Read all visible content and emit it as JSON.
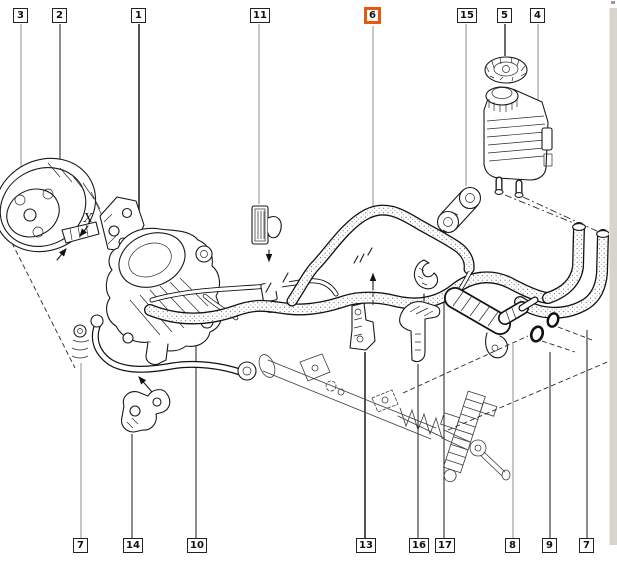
{
  "diagram": {
    "type": "exploded-parts-diagram",
    "description": "Power steering pump, hoses and fluid reservoir parts diagram",
    "selected_callout": "6",
    "highlight_color": "#e8590c",
    "annotation_x_label": "X",
    "callouts_top": [
      "3",
      "2",
      "1",
      "11",
      "6",
      "15",
      "5",
      "4"
    ],
    "callouts_bottom": [
      "7",
      "14",
      "10",
      "13",
      "16",
      "17",
      "8",
      "9",
      "7"
    ]
  }
}
